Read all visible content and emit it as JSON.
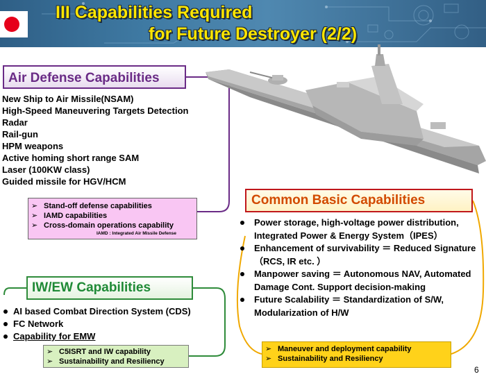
{
  "header": {
    "title_line1": "III   Capabilities Required",
    "title_line2": "for Future Destroyer (2/2)"
  },
  "colors": {
    "air": "#6a2b86",
    "common": "#c0171b",
    "iwew": "#2e8b3a",
    "title": "#ffe600",
    "flag_red": "#e6001a"
  },
  "air_defense": {
    "label": "Air Defense Capabilities",
    "items": [
      "New Ship to Air Missile(NSAM)",
      "High-Speed Maneuvering Targets Detection",
      "Radar",
      "Rail-gun",
      "HPM weapons",
      "Active homing short range SAM",
      "Laser (100KW class)",
      "Guided missile for HGV/HCM"
    ],
    "sub_items": [
      "Stand-off defense capabilities",
      "IAMD capabilities",
      "Cross-domain operations capability"
    ],
    "note": "IAMD : Integrated Air Missile Defense"
  },
  "common": {
    "label": "Common Basic Capabilities",
    "items": [
      "Power storage, high-voltage power distribution, Integrated Power & Energy System（IPES）",
      "Enhancement of survivability ＝ Reduced Signature（RCS, IR etc. ）",
      "Manpower saving ＝ Autonomous NAV, Automated Damage Cont. Support decision-making",
      "Future Scalability ＝ Standardization of S/W, Modularization of H/W"
    ],
    "sub_items": [
      "Maneuver and deployment capability",
      "Sustainability and Resiliency"
    ]
  },
  "iwew": {
    "label": "IW/EW Capabilities",
    "items": [
      "AI based Combat Direction System (CDS)",
      "FC Network",
      "Capability for EMW"
    ],
    "sub_items": [
      "C5ISRT and IW capability",
      "Sustainability and Resiliency"
    ]
  },
  "page_number": "6"
}
